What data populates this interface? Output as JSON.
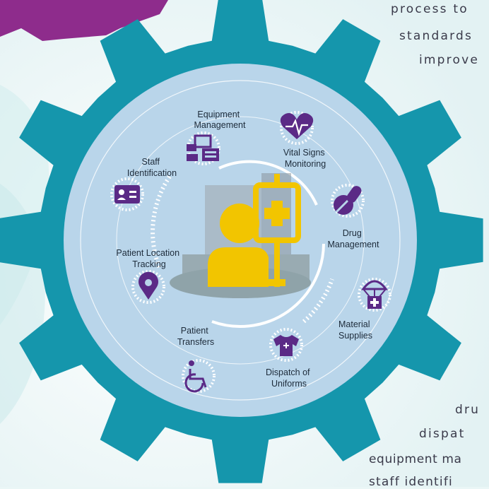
{
  "background_text": {
    "line1": "process to",
    "line2": "standards",
    "line3": "improve",
    "line4": "dru",
    "line5": "dispat",
    "line6": "equipment ma",
    "line7": "staff identifi"
  },
  "modules": [
    {
      "id": "equipment",
      "label_lines": [
        "Equipment",
        "Management"
      ],
      "icon": "computer-equipment-icon"
    },
    {
      "id": "vital",
      "label_lines": [
        "Vital Signs",
        "Monitoring"
      ],
      "icon": "heart-monitor-icon"
    },
    {
      "id": "drug",
      "label_lines": [
        "Drug",
        "Management"
      ],
      "icon": "pill-icon"
    },
    {
      "id": "material",
      "label_lines": [
        "Material",
        "Supplies"
      ],
      "icon": "parachute-supply-icon"
    },
    {
      "id": "uniforms",
      "label_lines": [
        "Dispatch of",
        "Uniforms"
      ],
      "icon": "tshirt-icon"
    },
    {
      "id": "transfers",
      "label_lines": [
        "Patient",
        "Transfers"
      ],
      "icon": "wheelchair-icon"
    },
    {
      "id": "location",
      "label_lines": [
        "Patient Location",
        "Tracking"
      ],
      "icon": "location-pin-icon"
    },
    {
      "id": "staff",
      "label_lines": [
        "Staff",
        "Identification"
      ],
      "icon": "id-card-icon"
    }
  ],
  "center_icon": "patient-iv-drip-icon",
  "colors": {
    "gear": "#1596ac",
    "inner_circle": "#b7d3e9",
    "icon_purple": "#5b2a86",
    "accent_yellow": "#f2c500",
    "magenta_gear": "#8e2c8c",
    "label_text": "#1d2b3a"
  }
}
